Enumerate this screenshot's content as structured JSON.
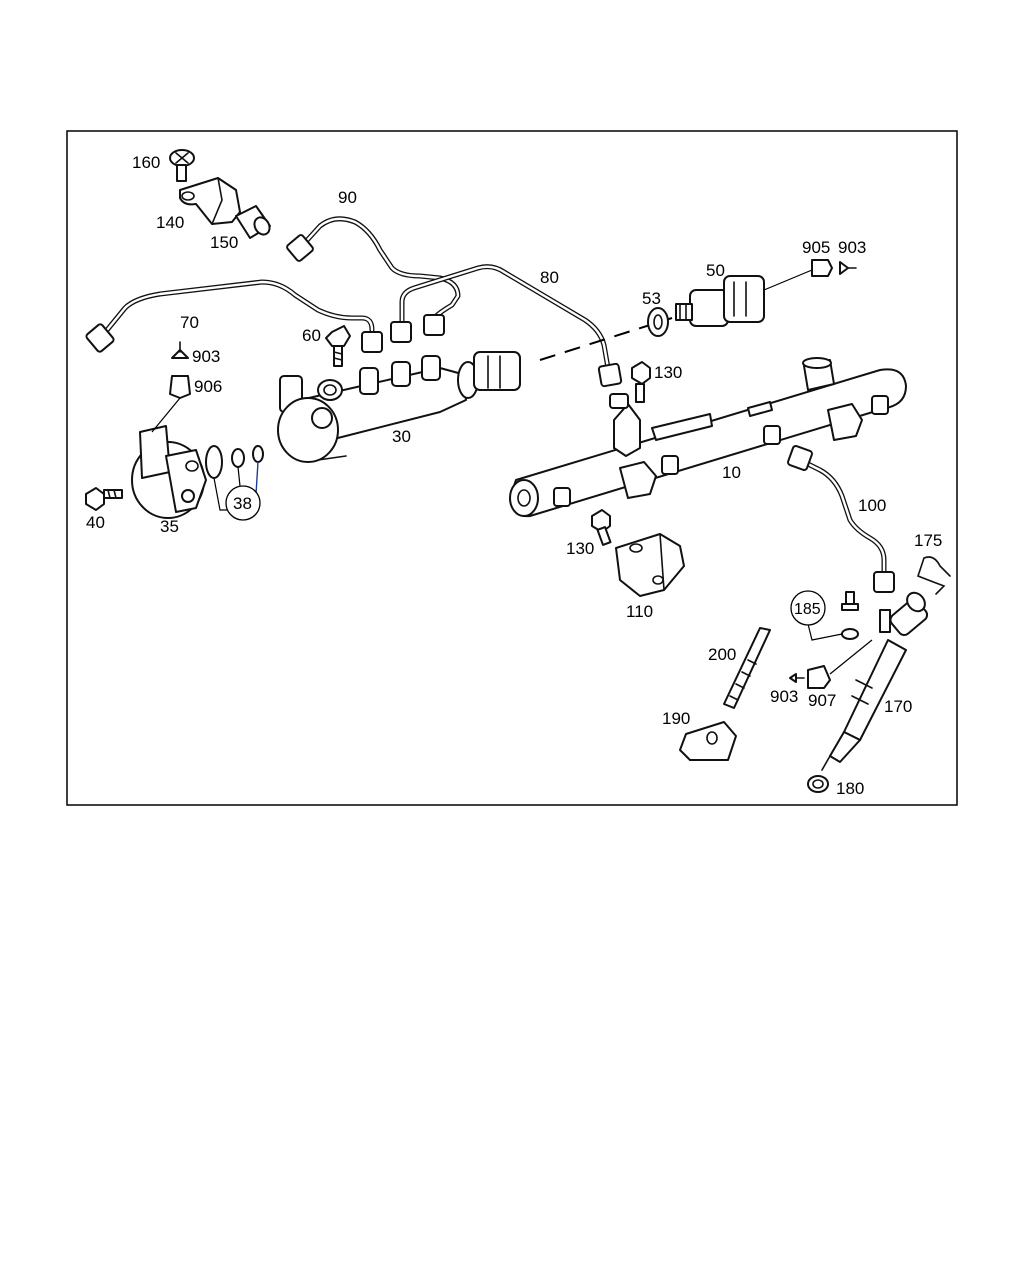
{
  "callouts": {
    "p10": "10",
    "p30": "30",
    "p35": "35",
    "p38": "38",
    "p40": "40",
    "p50": "50",
    "p53": "53",
    "p60": "60",
    "p70": "70",
    "p80": "80",
    "p90": "90",
    "p100": "100",
    "p110": "110",
    "p130a": "130",
    "p130b": "130",
    "p140": "140",
    "p150": "150",
    "p160": "160",
    "p170": "170",
    "p175": "175",
    "p180": "180",
    "p185": "185",
    "p190": "190",
    "p200": "200",
    "p903a": "903",
    "p903b": "903",
    "p903c": "903",
    "p905": "905",
    "p906": "906",
    "p907": "907"
  },
  "colors": {
    "line": "#111111",
    "leader_accent": "#1a3d8f",
    "background": "#ffffff"
  }
}
